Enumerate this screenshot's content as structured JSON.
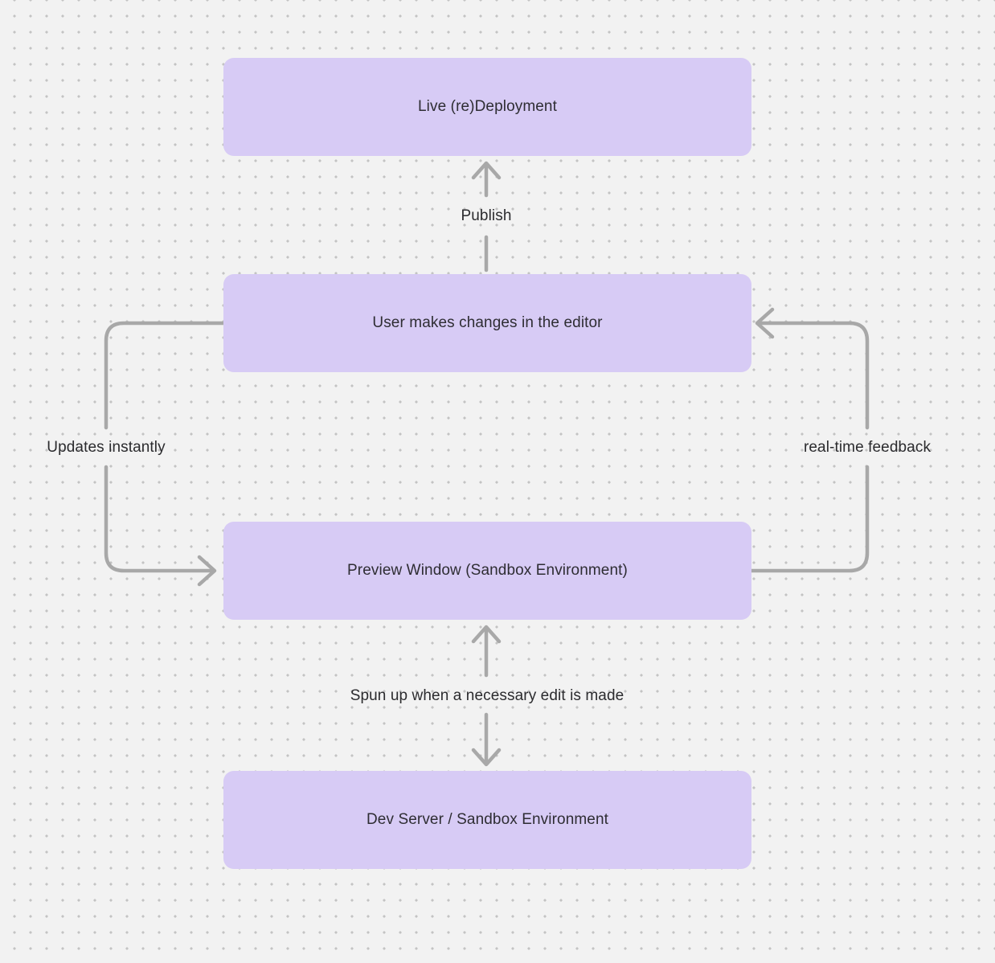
{
  "diagram": {
    "nodes": [
      {
        "id": "live-redeployment",
        "label": "Live (re)Deployment"
      },
      {
        "id": "user-editor",
        "label": "User makes changes in the editor"
      },
      {
        "id": "preview-window",
        "label": "Preview Window (Sandbox Environment)"
      },
      {
        "id": "dev-server",
        "label": "Dev Server / Sandbox Environment"
      }
    ],
    "edges": [
      {
        "from": "user-editor",
        "to": "live-redeployment",
        "label": "Publish",
        "direction": "up"
      },
      {
        "from": "user-editor",
        "to": "preview-window",
        "label": "Updates instantly",
        "direction": "left-loop-down"
      },
      {
        "from": "preview-window",
        "to": "user-editor",
        "label": "real-time feedback",
        "direction": "right-loop-up"
      },
      {
        "from": "dev-server",
        "to": "preview-window",
        "label": "Spun up when a necessary edit is made",
        "direction": "up-down"
      }
    ],
    "colors": {
      "background": "#f2f2f2",
      "grid_dot": "#c3c3c3",
      "node_fill": "#d7cbf5",
      "node_text": "#2e2d33",
      "arrow": "#a8a8a8",
      "label_text": "#2b2b2e"
    }
  }
}
